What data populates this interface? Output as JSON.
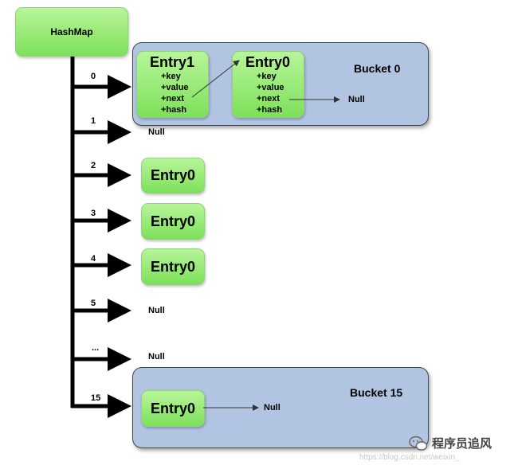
{
  "root": {
    "label": "HashMap"
  },
  "buckets": [
    {
      "index": "0",
      "label": "Bucket 0"
    },
    {
      "index": "15",
      "label": "Bucket 15"
    }
  ],
  "indices": [
    "0",
    "1",
    "2",
    "3",
    "4",
    "5",
    "...",
    "15"
  ],
  "entry1": {
    "title": "Entry1",
    "fields": [
      "+key",
      "+value",
      "+next",
      "+hash"
    ]
  },
  "entry0_b0": {
    "title": "Entry0",
    "fields": [
      "+key",
      "+value",
      "+next",
      "+hash"
    ]
  },
  "entry0_title": "Entry0",
  "null_label": "Null",
  "watermark": {
    "wechat": "程序员追风",
    "url": "https://blog.csdn.net/weixin_"
  }
}
